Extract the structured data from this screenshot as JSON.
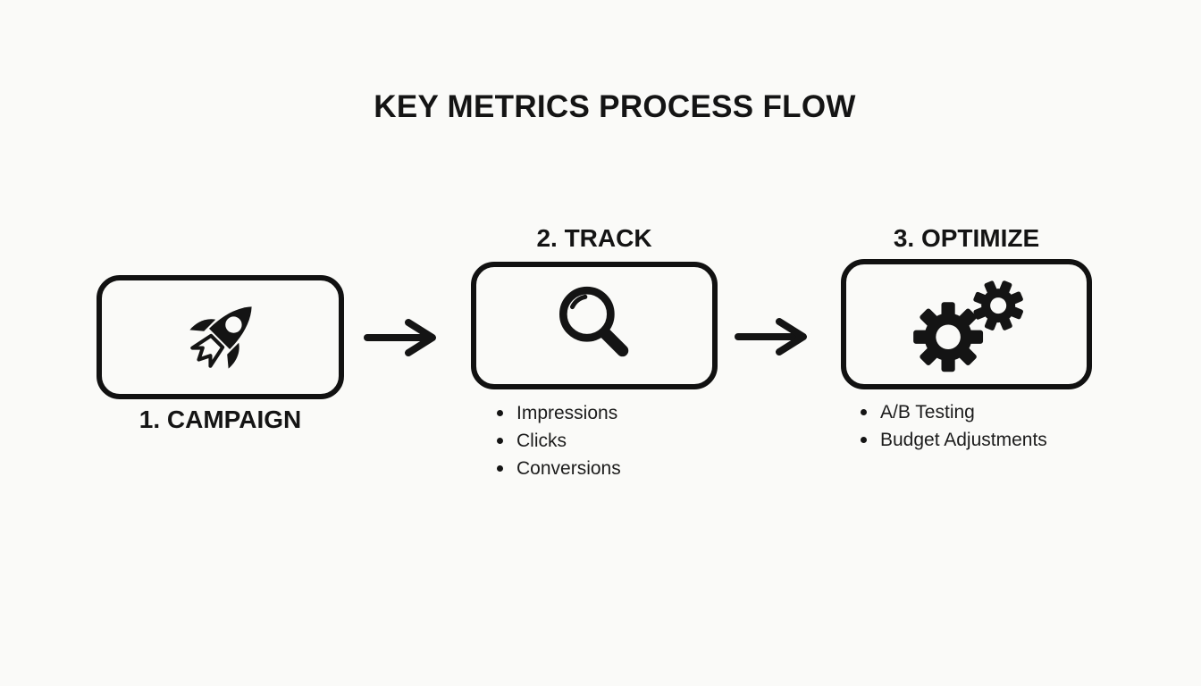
{
  "title": "KEY METRICS PROCESS FLOW",
  "colors": {
    "background": "#fafaf8",
    "ink": "#141414"
  },
  "steps": [
    {
      "label": "1. CAMPAIGN",
      "icon": "rocket-icon",
      "label_position": "below",
      "bullets": []
    },
    {
      "label": "2. TRACK",
      "icon": "magnifier-icon",
      "label_position": "above",
      "bullets": [
        "Impressions",
        "Clicks",
        "Conversions"
      ]
    },
    {
      "label": "3. OPTIMIZE",
      "icon": "gears-icon",
      "label_position": "above",
      "bullets": [
        "A/B Testing",
        "Budget Adjustments"
      ]
    }
  ],
  "connectors": [
    {
      "type": "arrow-right"
    },
    {
      "type": "arrow-right"
    }
  ]
}
